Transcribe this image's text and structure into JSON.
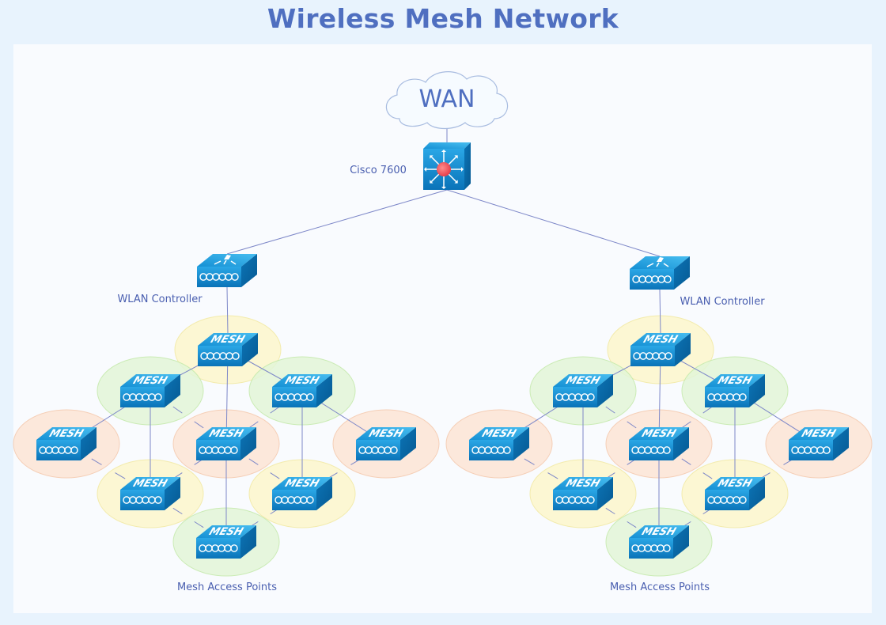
{
  "title": "Wireless Mesh Network",
  "diagram": {
    "wan": {
      "label": "WAN",
      "icon": "cloud-icon"
    },
    "core_router": {
      "label": "Cisco 7600",
      "icon": "layer3-switch-icon"
    },
    "clusters": [
      {
        "side": "left",
        "controller": {
          "label": "WLAN Controller",
          "icon": "wlan-controller-icon"
        },
        "mesh_label": "Mesh Access Points",
        "mesh_ap_text": "MESH",
        "mesh_count": 9
      },
      {
        "side": "right",
        "controller": {
          "label": "WLAN Controller",
          "icon": "wlan-controller-icon"
        },
        "mesh_label": "Mesh Access Points",
        "mesh_ap_text": "MESH",
        "mesh_count": 9
      }
    ],
    "colors": {
      "title": "#4f6fc0",
      "device_blue": "#1a8fd0",
      "link": "#7d87c8",
      "zone_yellow": "#fdf6c8",
      "zone_green": "#e0f5d6",
      "zone_orange": "#fde3d3",
      "router_core": "#f0606a"
    }
  }
}
